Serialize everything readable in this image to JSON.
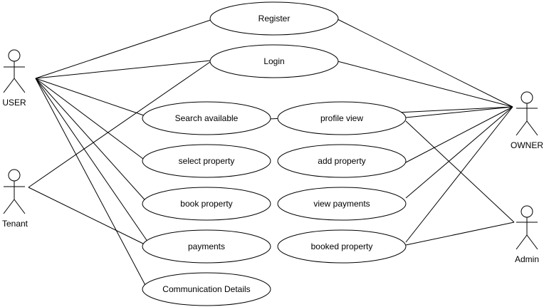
{
  "actors": {
    "user": "USER",
    "tenant": "Tenant",
    "owner": "OWNER",
    "admin": "Admin"
  },
  "use_cases": {
    "register": "Register",
    "login": "Login",
    "search_available": "Search available",
    "select_property": "select property",
    "book_property": "book property",
    "payments": "payments",
    "communication_details": "Communication Details",
    "profile_view": "profile view",
    "add_property": "add property",
    "view_payments": "view payments",
    "booked_property": "booked property"
  },
  "associations": [
    [
      "user",
      "register"
    ],
    [
      "user",
      "login"
    ],
    [
      "user",
      "search_available"
    ],
    [
      "user",
      "select_property"
    ],
    [
      "user",
      "book_property"
    ],
    [
      "user",
      "payments"
    ],
    [
      "user",
      "communication_details"
    ],
    [
      "tenant",
      "login"
    ],
    [
      "tenant",
      "payments"
    ],
    [
      "owner",
      "register"
    ],
    [
      "owner",
      "login"
    ],
    [
      "owner",
      "search_available"
    ],
    [
      "owner",
      "profile_view"
    ],
    [
      "owner",
      "add_property"
    ],
    [
      "owner",
      "view_payments"
    ],
    [
      "owner",
      "booked_property"
    ],
    [
      "admin",
      "profile_view"
    ],
    [
      "admin",
      "booked_property"
    ]
  ]
}
